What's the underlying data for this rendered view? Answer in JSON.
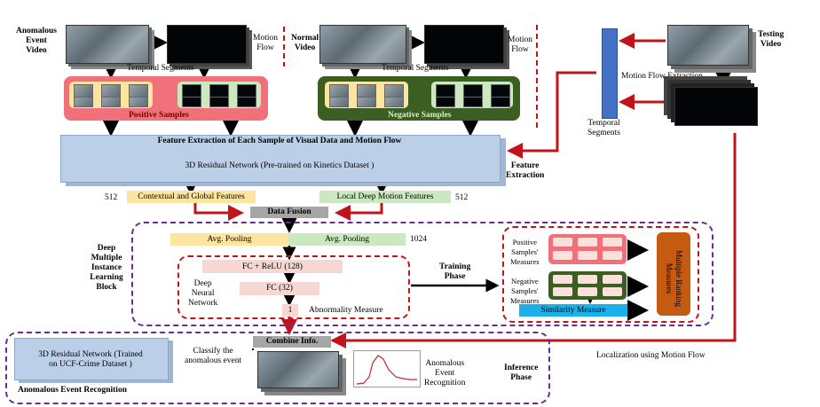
{
  "anomalous_video_label": "Anomalous\nEvent\nVideo",
  "normal_video_label": "Normal\nVideo",
  "testing_video_label": "Testing\nVideo",
  "motion_flow_label_1": "Motion\nFlow",
  "motion_flow_label_2": "Motion\nFlow",
  "temporal_segments_1": "Temporal  Segments",
  "temporal_segments_2": "Temporal  Segments",
  "temporal_segments_3": "Temporal\nSegments",
  "motion_flow_extraction": "Motion  Flow  Extraction",
  "positive_samples": "Positive Samples",
  "negative_samples": "Negative Samples",
  "feature_box_title": "Feature  Extraction  of  Each  Sample  of  Visual  Data  and  Motion  Flow",
  "feature_box_sub": "3D Residual  Network  (Pre-trained  on Kinetics  Dataset )",
  "feature_extraction_side": "Feature\nExtraction",
  "dim_512_left": "512",
  "dim_512_right": "512",
  "contextual_features": "Contextual  and  Global  Features",
  "local_motion_features": "Local  Deep Motion  Features",
  "data_fusion": "Data Fusion",
  "deep_mil_block": "Deep\nMultiple\nInstance\nLearning\nBlock",
  "avg_pooling_1": "Avg.  Pooling",
  "avg_pooling_2": "Avg.  Pooling",
  "dim_1024": "1024",
  "fc_relu": "FC + ReLU (128)",
  "fc_32": "FC (32)",
  "output_1": "1",
  "abnormality_measure": "Abnormality  Measure",
  "dnn_label": "Deep\nNeural\nNetwork",
  "training_phase": "Training\nPhase",
  "positive_measures": "Positive\nSamples'\nMeasures",
  "negative_measures": "Negative\nSamples'\nMeasures",
  "similarity_measure": "Similarity  Measure",
  "multiple_ranking": "Multiple  Ranking\nMeasures",
  "combine_info": "Combine Info.",
  "classify_label": "Classify  the\nanomalous  event",
  "residual_ucf": "3D Residual  Network  (Trained\non UCF-Crime Dataset )",
  "anomalous_event_recognition": "Anomalous Event Recognition",
  "anomalous_event_recognition_2": "Anomalous\nEvent\nRecognition",
  "inference_phase": "Inference\nPhase",
  "localization": "Localization  using  Motion Flow",
  "colors": {
    "red_arrow": "#c0141a",
    "dashed_purple": "#6a2c91",
    "positive_bg": "#f0717a",
    "negative_bg": "#3b5e22",
    "feature_box": "#bccfe8",
    "contextual_bg": "#fde5a0",
    "local_bg": "#cce8c0",
    "fc_bg": "#f6d7d2",
    "similarity_bg": "#1ab0ea",
    "ranking_bg": "#c55a11",
    "temporal_bar": "#4472c4"
  }
}
